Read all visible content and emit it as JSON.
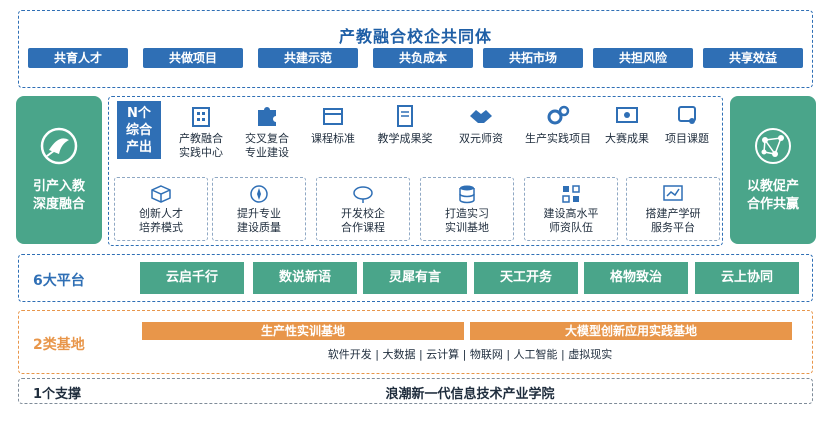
{
  "top": {
    "title": "产教融合校企共同体",
    "pills": [
      "共育人才",
      "共做项目",
      "共建示范",
      "共负成本",
      "共拓市场",
      "共担风险",
      "共享效益"
    ]
  },
  "left": {
    "text_line1": "引产入教",
    "text_line2": "深度融合",
    "icon": "rocket-logo-icon"
  },
  "right": {
    "text_line1": "以教促产",
    "text_line2": "合作共赢",
    "icon": "network-nodes-icon"
  },
  "middle": {
    "badge_lines": [
      "N个",
      "综合",
      "产出"
    ],
    "outputs": [
      {
        "line1": "产教融合",
        "line2": "实践中心",
        "icon": "building-icon"
      },
      {
        "line1": "交叉复合",
        "line2": "专业建设",
        "icon": "puzzle-icon"
      },
      {
        "line1": "课程标准",
        "line2": "",
        "icon": "book-icon"
      },
      {
        "line1": "教学成果奖",
        "line2": "",
        "icon": "certificate-icon"
      },
      {
        "line1": "双元师资",
        "line2": "",
        "icon": "handshake-icon"
      },
      {
        "line1": "生产实践项目",
        "line2": "",
        "icon": "gears-icon"
      },
      {
        "line1": "大赛成果",
        "line2": "",
        "icon": "award-icon"
      },
      {
        "line1": "项目课题",
        "line2": "",
        "icon": "monitor-icon"
      }
    ],
    "actions": [
      {
        "line1": "创新人才",
        "line2": "培养模式",
        "icon": "cube-icon"
      },
      {
        "line1": "提升专业",
        "line2": "建设质量",
        "icon": "compass-icon"
      },
      {
        "line1": "开发校企",
        "line2": "合作课程",
        "icon": "screen-icon"
      },
      {
        "line1": "打造实习",
        "line2": "实训基地",
        "icon": "database-icon"
      },
      {
        "line1": "建设高水平",
        "line2": "师资队伍",
        "icon": "grid-icon"
      },
      {
        "line1": "搭建产学研",
        "line2": "服务平台",
        "icon": "chart-icon"
      }
    ]
  },
  "platforms": {
    "label": "6大平台",
    "items": [
      "云启千行",
      "数说新语",
      "灵犀有言",
      "天工开务",
      "格物致治",
      "云上协同"
    ]
  },
  "bases": {
    "label": "2类基地",
    "items": [
      "生产性实训基地",
      "大模型创新应用实践基地"
    ],
    "tags": "软件开发 | 大数据 | 云计算 | 物联网 | 人工智能 | 虚拟现实"
  },
  "support": {
    "label": "1个支撑",
    "name": "浪潮新一代信息技术产业学院"
  },
  "colors": {
    "blue": "#2f6fb5",
    "green": "#4aa58a",
    "orange": "#e8964a"
  }
}
